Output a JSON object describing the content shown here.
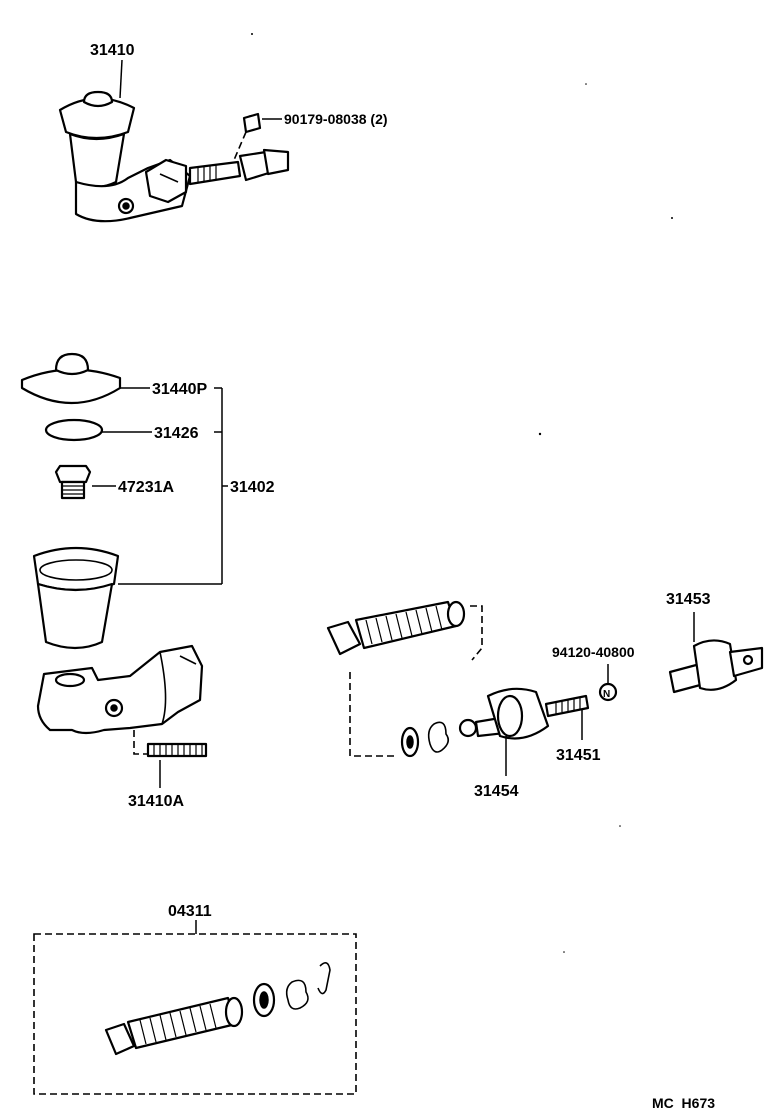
{
  "labels": {
    "master_cylinder_assy": "31410",
    "flange_nut": "90179-08038 (2)",
    "reservoir_cap": "31440P",
    "reservoir_diaphragm": "31426",
    "reservoir_set_bolt": "47231A",
    "reservoir_assy": "31402",
    "master_cylinder_stud": "31410A",
    "push_rod_clevis": "31453",
    "lock_nut": "94120-40800",
    "nut_symbol": "N",
    "push_rod": "31451",
    "boot": "31454",
    "repair_kit": "04311",
    "drawing_code": "MC  H673"
  }
}
